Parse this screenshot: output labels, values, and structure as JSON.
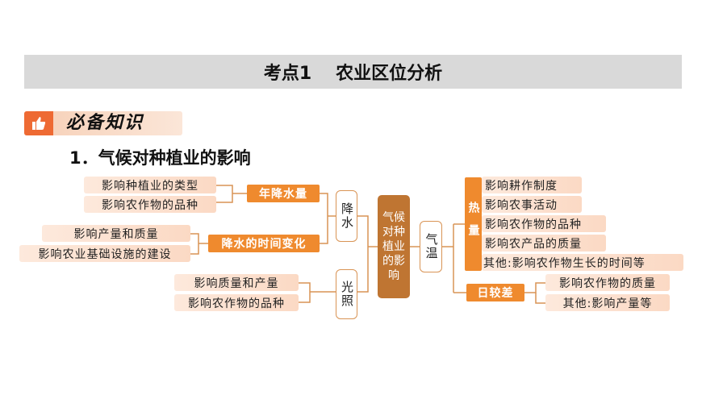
{
  "title": {
    "number": "考点1",
    "text": "农业区位分析"
  },
  "section_tag": "必备知识",
  "heading": "1．气候对种植业的影响",
  "center": "气候对种植业的影响",
  "left": {
    "precip": {
      "label": "降水",
      "annual": {
        "label": "年降水量",
        "items": [
          "影响种植业的类型",
          "影响农作物的品种"
        ]
      },
      "timing": {
        "label": "降水的时间变化",
        "items": [
          "影响产量和质量",
          "影响农业基础设施的建设"
        ]
      }
    },
    "light": {
      "label": "光照",
      "items": [
        "影响质量和产量",
        "影响农作物的品种"
      ]
    }
  },
  "right": {
    "temp": {
      "label": "气温",
      "heat": {
        "label": "热量",
        "items": [
          "影响耕作制度",
          "影响农事活动",
          "影响农作物的品种",
          "影响农产品的质量",
          "其他:影响农作物生长的时间等"
        ]
      },
      "diurnal": {
        "label": "日较差",
        "items": [
          "影响农作物的质量",
          "其他:影响产量等"
        ]
      }
    }
  },
  "colors": {
    "accent": "#ef8a2e",
    "center": "#bf7532",
    "line": "#d99455",
    "leaf": "#fbd9c4",
    "title_bar": "#d9d9d9"
  }
}
